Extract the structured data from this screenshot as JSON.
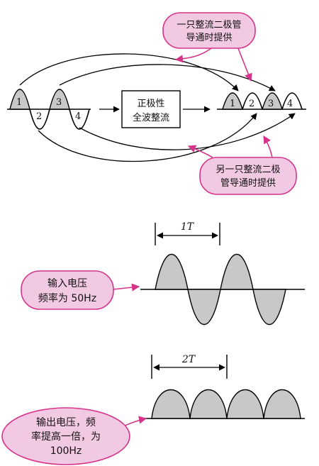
{
  "top": {
    "input_labels": [
      "1",
      "2",
      "3",
      "4"
    ],
    "output_labels": [
      "1",
      "2",
      "3",
      "4"
    ],
    "rectifier_box": [
      "正极性",
      "全波整流"
    ],
    "callout_top": [
      "一只整流二极管",
      "导通时提供"
    ],
    "callout_bottom": [
      "另一只整流二极",
      "管导通时提供"
    ]
  },
  "middle": {
    "period_label": "1T",
    "callout": [
      "输入电压",
      "频率为 50Hz"
    ]
  },
  "bottom": {
    "period_label": "2T",
    "callout": [
      "输出电压，频",
      "率提高一倍，为",
      "100Hz"
    ]
  },
  "colors": {
    "callout_fill": "#f2c9e2",
    "callout_stroke": "#d6338a",
    "wave_fill": "#c8c8c8"
  }
}
